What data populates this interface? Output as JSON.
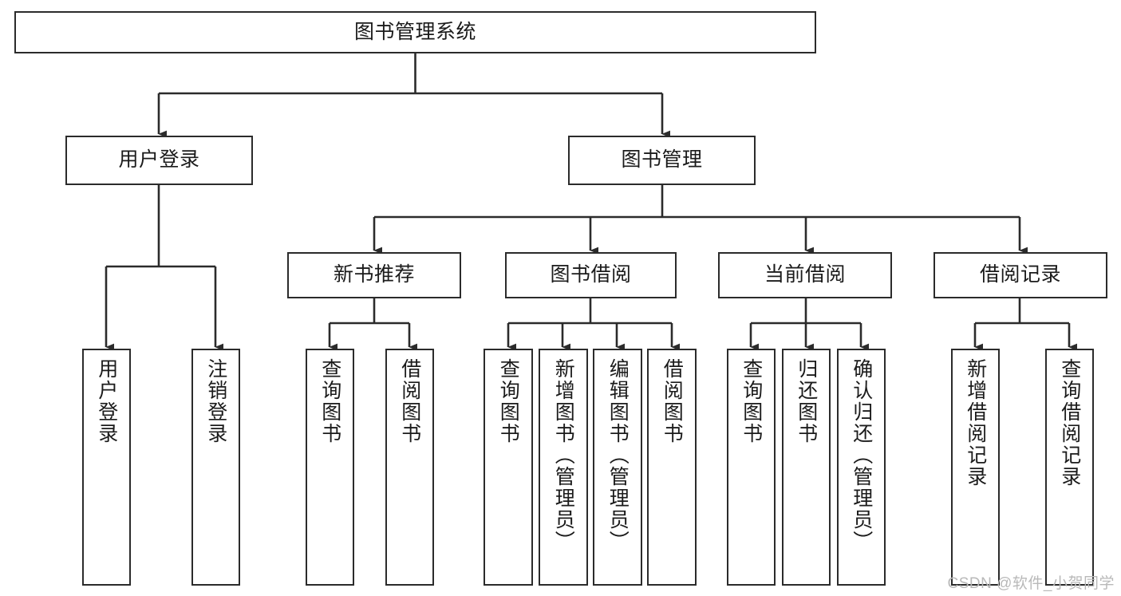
{
  "diagram": {
    "title": "图书管理系统",
    "type": "tree",
    "colors": {
      "node_border": "#2b2b2b",
      "node_fill": "#ffffff",
      "edge": "#2b2b2b",
      "text": "#1b1b1b",
      "watermark": "#b9b9b9",
      "background": "#ffffff"
    },
    "root": {
      "id": "root",
      "label": "图书管理系统"
    },
    "level2": [
      {
        "id": "user-login",
        "label": "用户登录"
      },
      {
        "id": "book-manage",
        "label": "图书管理"
      }
    ],
    "level3": [
      {
        "id": "new-book-recommend",
        "label": "新书推荐"
      },
      {
        "id": "book-borrow",
        "label": "图书借阅"
      },
      {
        "id": "current-borrow",
        "label": "当前借阅"
      },
      {
        "id": "borrow-record",
        "label": "借阅记录"
      }
    ],
    "leaves": {
      "user_login": [
        {
          "id": "leaf-user-login",
          "label": "用户登录"
        },
        {
          "id": "leaf-logout-login",
          "label": "注销登录"
        }
      ],
      "new_book_recommend": [
        {
          "id": "leaf-query-book-1",
          "label": "查询图书"
        },
        {
          "id": "leaf-borrow-book-1",
          "label": "借阅图书"
        }
      ],
      "book_borrow": [
        {
          "id": "leaf-query-book-2",
          "label": "查询图书"
        },
        {
          "id": "leaf-add-book",
          "label": "新增图书（管理员）"
        },
        {
          "id": "leaf-edit-book",
          "label": "编辑图书（管理员）"
        },
        {
          "id": "leaf-borrow-book-2",
          "label": "借阅图书"
        }
      ],
      "current_borrow": [
        {
          "id": "leaf-query-book-3",
          "label": "查询图书"
        },
        {
          "id": "leaf-return-book",
          "label": "归还图书"
        },
        {
          "id": "leaf-confirm-return",
          "label": "确认归还（管理员）"
        }
      ],
      "borrow_record": [
        {
          "id": "leaf-add-borrow-record",
          "label": "新增借阅记录"
        },
        {
          "id": "leaf-query-borrow-record",
          "label": "查询借阅记录"
        }
      ]
    },
    "watermark": "CSDN @软件_小贺同学"
  }
}
